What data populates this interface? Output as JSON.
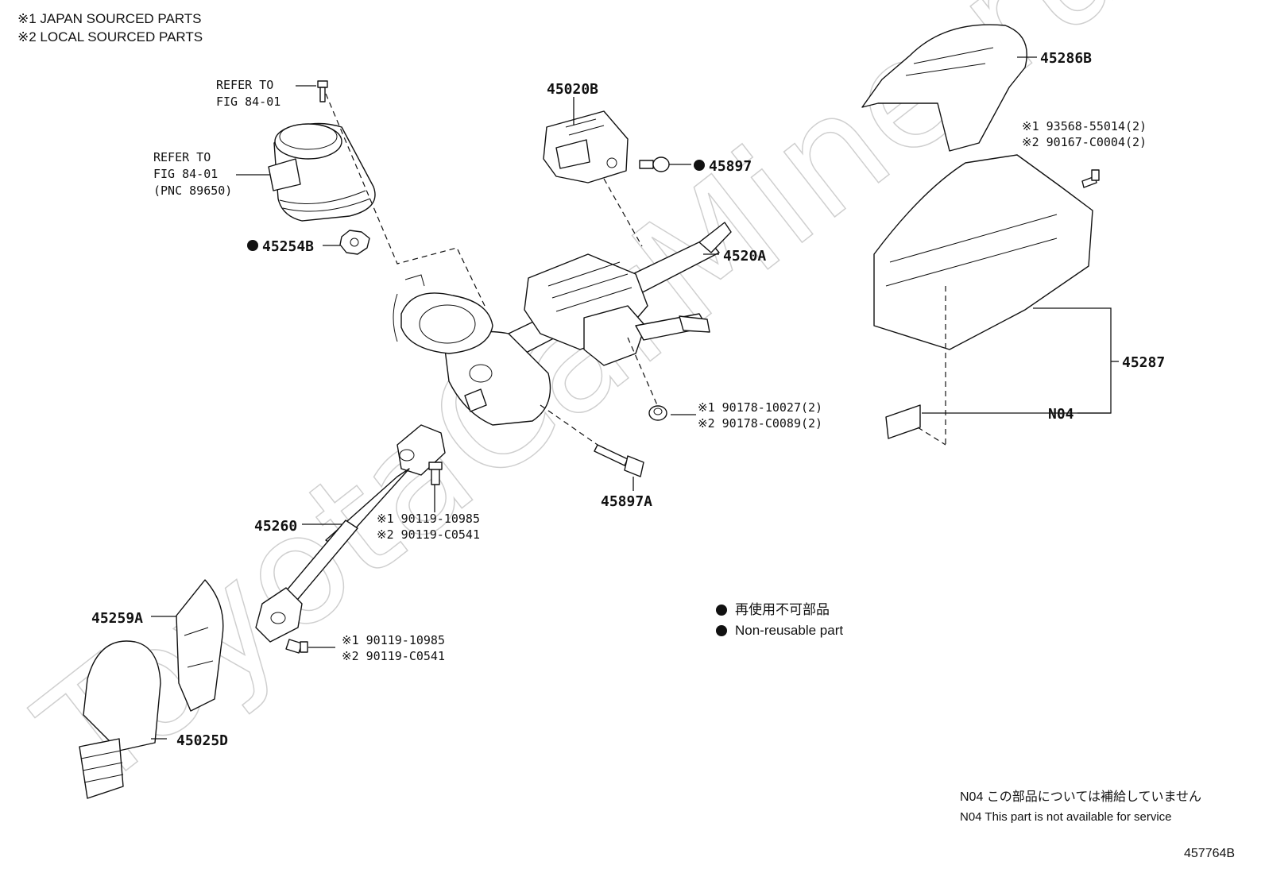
{
  "header_notes": [
    "※1 JAPAN SOURCED PARTS",
    "※2 LOCAL SOURCED PARTS"
  ],
  "refer": {
    "top_line1": "REFER TO",
    "top_line2": "FIG 84-01",
    "side_line1": "REFER TO",
    "side_line2": "FIG 84-01",
    "side_line3": "(PNC 89650)"
  },
  "parts": {
    "p45020B": "45020B",
    "p45897": "45897",
    "p45254B": "45254B",
    "p4520A": "4520A",
    "p45286B": "45286B",
    "p45287": "45287",
    "pN04": "N04",
    "p45897A": "45897A",
    "p45260": "45260",
    "p45259A": "45259A",
    "p45025D": "45025D"
  },
  "fasteners": {
    "f1_a": "※1 93568-55014(2)",
    "f1_b": "※2 90167-C0004(2)",
    "f2_a": "※1 90178-10027(2)",
    "f2_b": "※2 90178-C0089(2)",
    "f3_a": "※1 90119-10985",
    "f3_b": "※2 90119-C0541",
    "f4_a": "※1 90119-10985",
    "f4_b": "※2 90119-C0541"
  },
  "legend": {
    "ja": "再使用不可部品",
    "en": "Non-reusable part"
  },
  "footnotes": {
    "ja": "N04 この部品については補給していません",
    "en": "N04 This part is not available for service"
  },
  "figure_id": "457764B",
  "watermark": "ToyotaCarMine.ru"
}
